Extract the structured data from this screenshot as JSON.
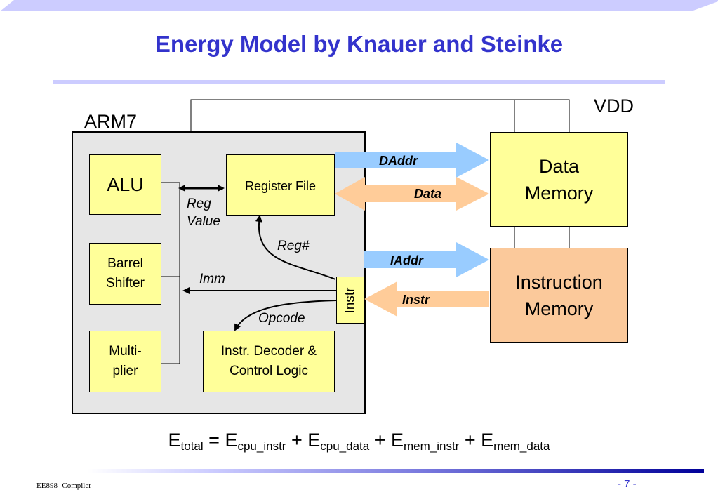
{
  "slide": {
    "title": "Energy Model by Knauer and Steinke",
    "footer_left": "EE898- Compiler",
    "footer_right": "- 7 -"
  },
  "diagram": {
    "vdd": "VDD",
    "arm7": "ARM7",
    "alu": "ALU",
    "barrel_shifter": "Barrel Shifter",
    "multiplier": "Multi- plier",
    "register_file": "Register File",
    "instr_decoder": "Instr. Decoder & Control Logic",
    "instr_reg": "Instr",
    "data_memory": "Data Memory",
    "instruction_memory": "Instruction Memory",
    "labels": {
      "reg_value": "Reg Value",
      "reg_num": "Reg#",
      "imm": "Imm",
      "opcode": "Opcode",
      "daddr": "DAddr",
      "data": "Data",
      "iaddr": "IAddr",
      "instr_bus": "Instr"
    }
  },
  "formula": {
    "e1": "E",
    "s1": "total",
    "eq": " = ",
    "e2": "E",
    "s2": "cpu_instr",
    "p1": " + ",
    "e3": "E",
    "s3": "cpu_data",
    "p2": " + ",
    "e4": "E",
    "s4": "mem_instr",
    "p3": " + ",
    "e5": "E",
    "s5": "mem_data"
  },
  "colors": {
    "title": "#3333cc",
    "band_light": "#ccccff",
    "band_dark": "#000099",
    "chip": "#e6e6e6",
    "unit": "#ffff99",
    "instr_mem": "#fbc99b",
    "arrow_blue": "#99ccff",
    "arrow_orange": "#ffcc99"
  }
}
